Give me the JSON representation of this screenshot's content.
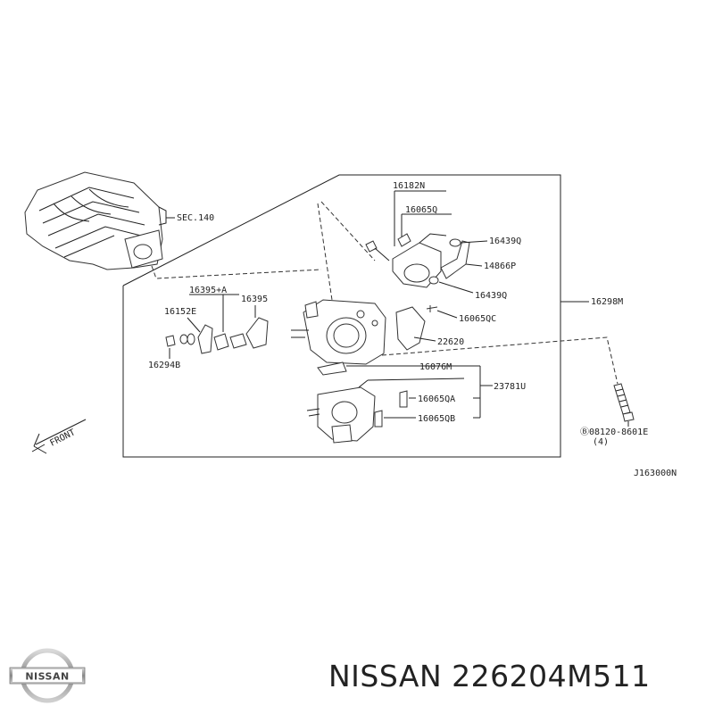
{
  "diagram": {
    "code": "J163000N",
    "front_label": "FRONT",
    "labels": {
      "sec140": "SEC.140",
      "p16182N": "16182N",
      "p16065Q": "16065Q",
      "p16439Q_a": "16439Q",
      "p14866P": "14866P",
      "p16439Q_b": "16439Q",
      "p16298M": "16298M",
      "p16395A": "16395+A",
      "p16395": "16395",
      "p16152E": "16152E",
      "p16294B": "16294B",
      "p16065QC": "16065QC",
      "p22620": "22620",
      "p16076M": "16076M",
      "p23781U": "23781U",
      "p16065QA": "16065QA",
      "p16065QB": "16065QB",
      "bolt": "Ⓑ08120-8601E",
      "bolt_qty": "(4)"
    }
  },
  "footer": {
    "logo_text": "NISSAN",
    "part_title": "NISSAN 226204M511"
  }
}
